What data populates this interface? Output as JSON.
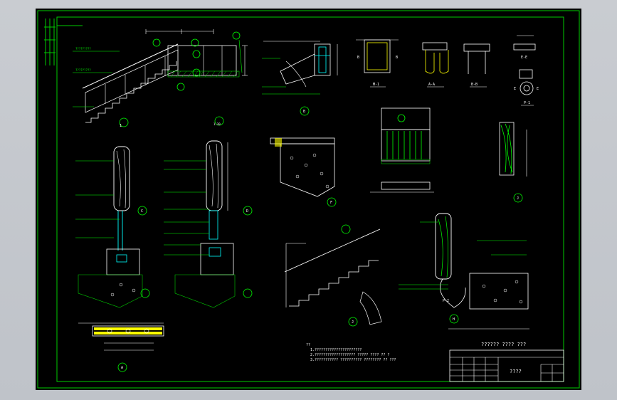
{
  "colors": {
    "background": "#c8ccd2",
    "paper": "#000000",
    "frame": "#00cc00",
    "text": "#ffffff",
    "dimension": "#00ffff",
    "annotation": "#00ff00",
    "hatch": "#00ff00",
    "highlight": "#ffff00",
    "outline": "#ffffff"
  },
  "drawing": {
    "title_block": {
      "title": "?????? ???? ???",
      "subtitle": "????"
    },
    "notes": [
      "??",
      "1.??????????????????????",
      "2.??????????????????? ????? ???? ?? ?",
      "3.??????????? ?????????? ???????? ?? ???"
    ],
    "callouts": {
      "stair_elev": "1",
      "section_b": "B",
      "section_c": "C",
      "section_d": "D",
      "section_e": "E",
      "section_f": "F",
      "section_j": "J",
      "section_h": "H",
      "section_a": "A",
      "m1": "M-1",
      "aa": "A-A",
      "bb": "B-B",
      "ee": "E-E",
      "p1": "P-1",
      "p2": "P-2",
      "scale_1_20": "1:20",
      "scale_1_5": "1:5",
      "scale_1_10": "1:10"
    }
  }
}
